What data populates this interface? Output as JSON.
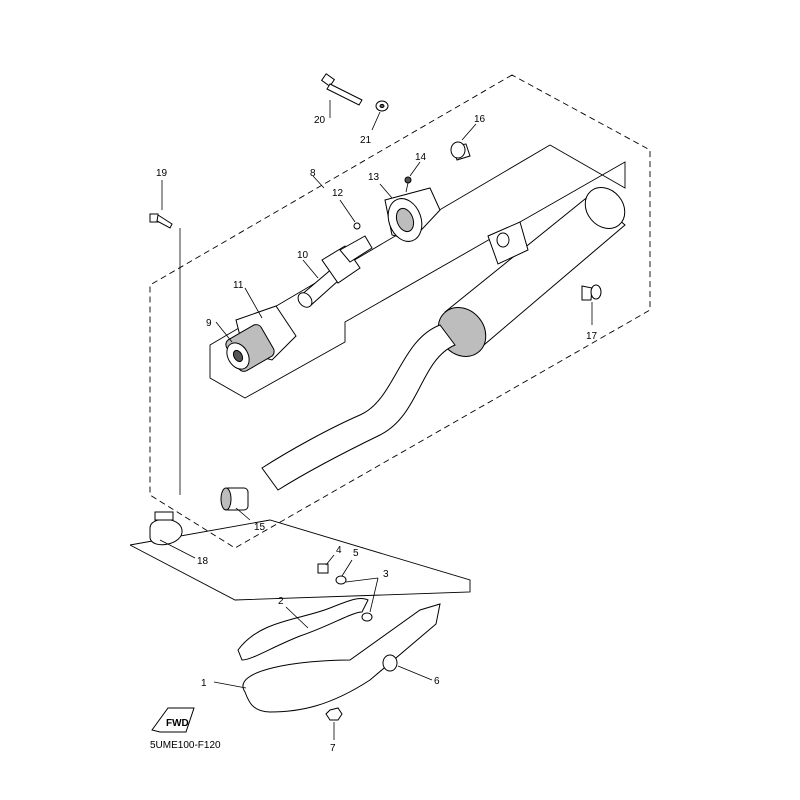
{
  "diagram": {
    "code": "5UME100-F120",
    "fwd_label": "FWD",
    "callouts": [
      "1",
      "2",
      "3",
      "4",
      "5",
      "6",
      "7",
      "8",
      "9",
      "10",
      "11",
      "12",
      "13",
      "14",
      "15",
      "16",
      "17",
      "18",
      "19",
      "20",
      "21"
    ]
  }
}
